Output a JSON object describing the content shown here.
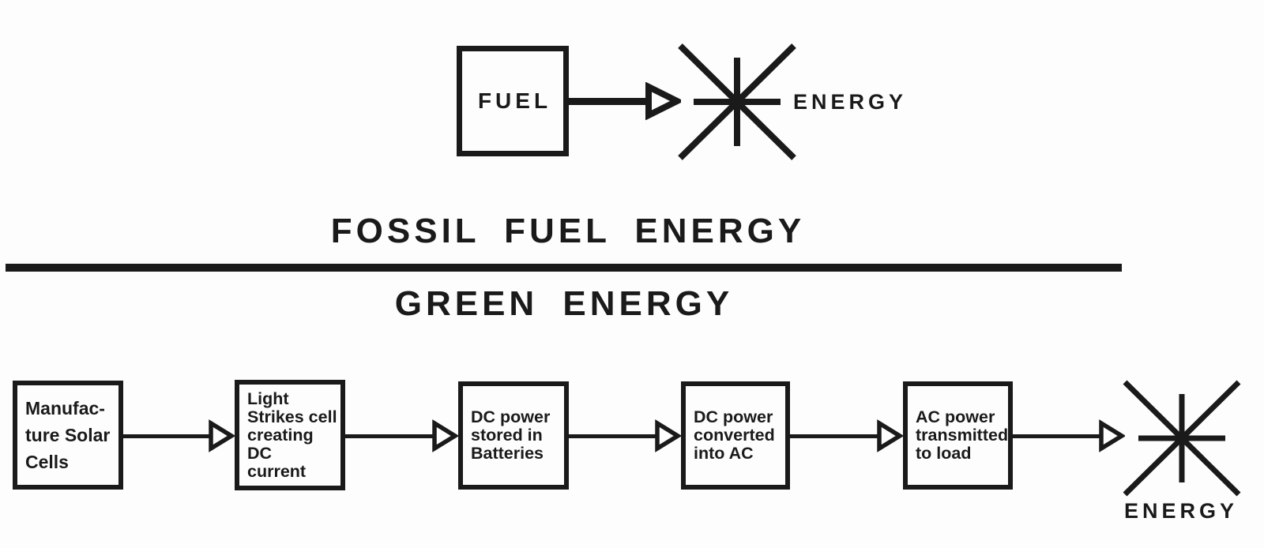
{
  "colors": {
    "ink": "#1a1a1a",
    "background": "#fdfdfd"
  },
  "fossil_section": {
    "title": "FOSSIL FUEL ENERGY",
    "fuel_box_label": "FUEL",
    "energy_label": "ENERGY"
  },
  "green_section": {
    "title": "GREEN ENERGY",
    "energy_label": "ENERGY",
    "steps": [
      {
        "label": "Manufac-\nture Solar\nCells"
      },
      {
        "label": "Light\nStrikes cell\ncreating DC\ncurrent"
      },
      {
        "label": "DC power\nstored in\nBatteries"
      },
      {
        "label": "DC power\nconverted\ninto AC"
      },
      {
        "label": "AC power\ntransmitted\nto load"
      }
    ]
  }
}
